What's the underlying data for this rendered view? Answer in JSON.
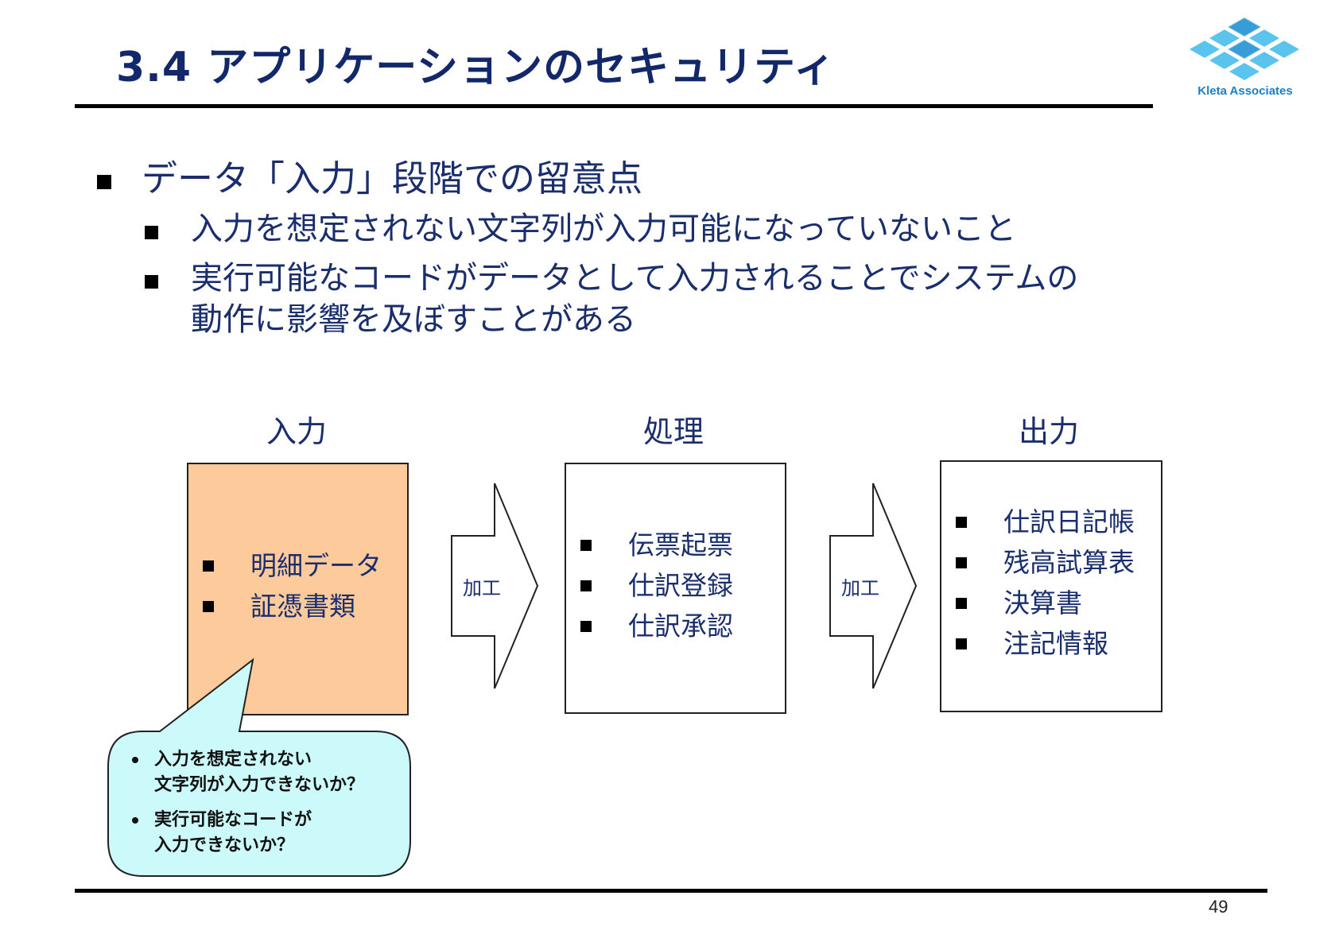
{
  "header": {
    "title": "3.4 アプリケーションのセキュリティ"
  },
  "logo": {
    "text": "Kleta Associates",
    "color": "#1a7fc9"
  },
  "bullets": [
    {
      "text": "データ「入力」段階での留意点",
      "sub": [
        {
          "text": "入力を想定されない文字列が入力可能になっていないこと"
        },
        {
          "line1": "実行可能なコードがデータとして入力されることでシステムの",
          "line2": "動作に影響を及ぼすことがある"
        }
      ]
    }
  ],
  "diagram": {
    "columns": [
      {
        "heading": "入力",
        "items": [
          "明細データ",
          "証憑書類"
        ],
        "fill": "#fdca9b"
      },
      {
        "heading": "処理",
        "items": [
          "伝票起票",
          "仕訳登録",
          "仕訳承認"
        ],
        "fill": "#ffffff"
      },
      {
        "heading": "出力",
        "items": [
          "仕訳日記帳",
          "残高試算表",
          "決算書",
          "注記情報"
        ],
        "fill": "#ffffff"
      }
    ],
    "arrows": [
      {
        "label": "加工"
      },
      {
        "label": "加工"
      }
    ],
    "callout": {
      "fill": "#ccfafa",
      "items": [
        {
          "line1": "入力を想定されない",
          "line2": "文字列が入力できないか？"
        },
        {
          "line1": "実行可能なコードが",
          "line2": "入力できないか？"
        }
      ]
    }
  },
  "footer": {
    "page_number": "49"
  }
}
